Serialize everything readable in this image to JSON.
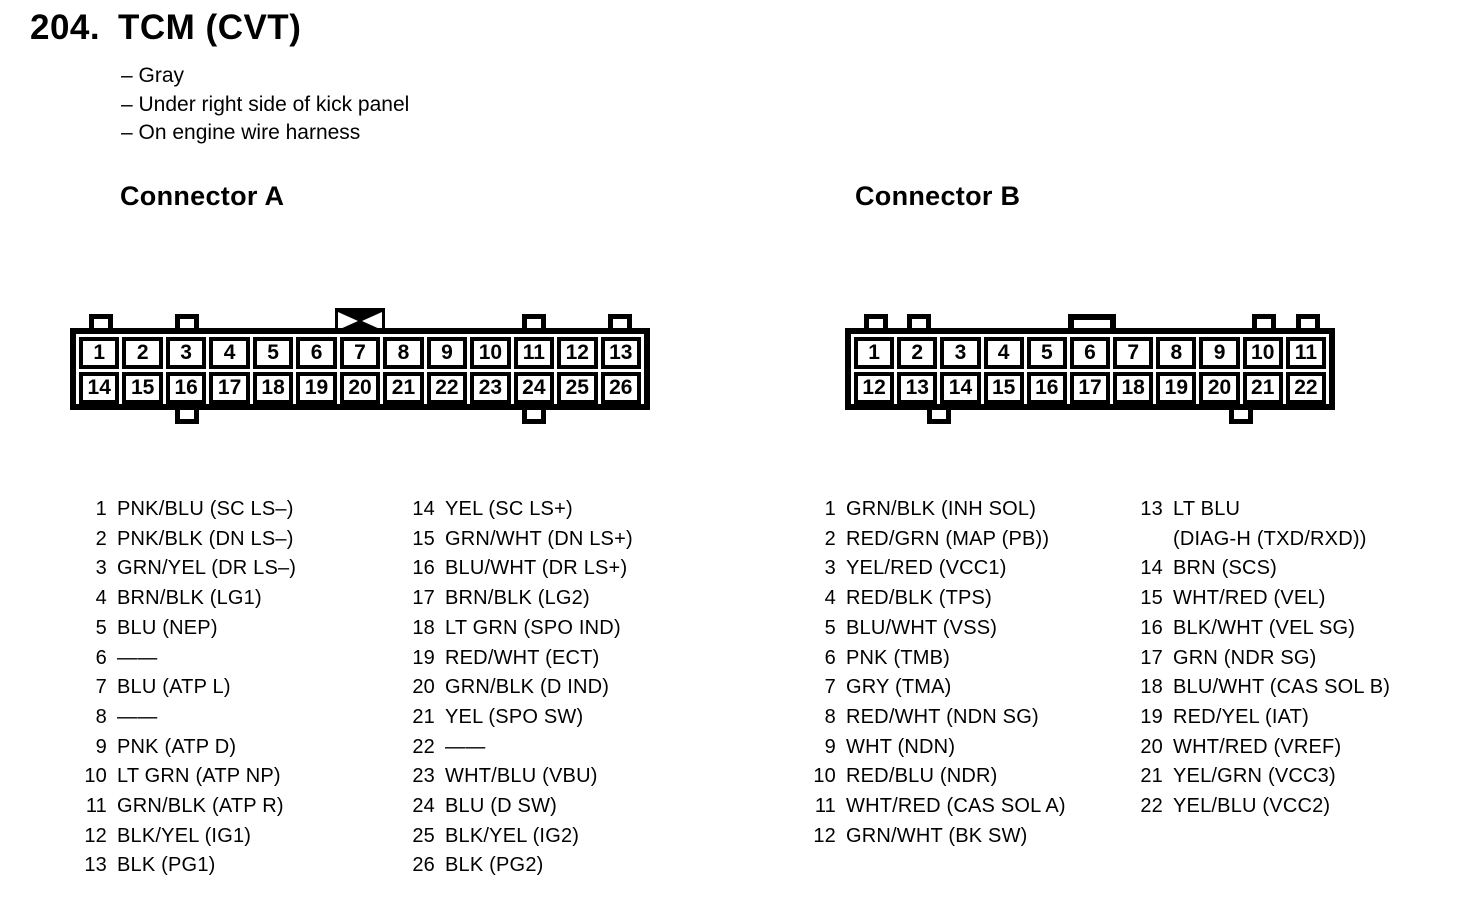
{
  "colors": {
    "ink": "#000000",
    "paper": "#ffffff"
  },
  "header": {
    "number": "204.",
    "title": "TCM (CVT)",
    "notes": [
      "– Gray",
      "– Under right side of kick panel",
      "– On engine wire harness"
    ]
  },
  "connector_a": {
    "heading": "Connector A",
    "drawing": {
      "top_row": [
        "1",
        "2",
        "3",
        "4",
        "5",
        "6",
        "7",
        "8",
        "9",
        "10",
        "11",
        "12",
        "13"
      ],
      "bottom_row": [
        "14",
        "15",
        "16",
        "17",
        "18",
        "19",
        "20",
        "21",
        "22",
        "23",
        "24",
        "25",
        "26"
      ],
      "keying_mark": "solid-bowtie-above-pin-7",
      "lock_tab": "none"
    },
    "pins_left": [
      {
        "num": "1",
        "label": "PNK/BLU (SC LS–)"
      },
      {
        "num": "2",
        "label": "PNK/BLK (DN LS–)"
      },
      {
        "num": "3",
        "label": "GRN/YEL (DR LS–)"
      },
      {
        "num": "4",
        "label": "BRN/BLK (LG1)"
      },
      {
        "num": "5",
        "label": "BLU (NEP)"
      },
      {
        "num": "6",
        "label": "——"
      },
      {
        "num": "7",
        "label": "BLU (ATP L)"
      },
      {
        "num": "8",
        "label": "——"
      },
      {
        "num": "9",
        "label": "PNK (ATP D)"
      },
      {
        "num": "10",
        "label": "LT GRN (ATP NP)"
      },
      {
        "num": "11",
        "label": "GRN/BLK (ATP R)"
      },
      {
        "num": "12",
        "label": "BLK/YEL (IG1)"
      },
      {
        "num": "13",
        "label": "BLK (PG1)"
      }
    ],
    "pins_right": [
      {
        "num": "14",
        "label": "YEL (SC LS+)"
      },
      {
        "num": "15",
        "label": "GRN/WHT (DN LS+)"
      },
      {
        "num": "16",
        "label": "BLU/WHT (DR LS+)"
      },
      {
        "num": "17",
        "label": "BRN/BLK (LG2)"
      },
      {
        "num": "18",
        "label": "LT GRN (SPO IND)"
      },
      {
        "num": "19",
        "label": "RED/WHT (ECT)"
      },
      {
        "num": "20",
        "label": "GRN/BLK (D IND)"
      },
      {
        "num": "21",
        "label": "YEL (SPO SW)"
      },
      {
        "num": "22",
        "label": "——"
      },
      {
        "num": "23",
        "label": "WHT/BLU (VBU)"
      },
      {
        "num": "24",
        "label": "BLU (D SW)"
      },
      {
        "num": "25",
        "label": "BLK/YEL (IG2)"
      },
      {
        "num": "26",
        "label": "BLK (PG2)"
      }
    ]
  },
  "connector_b": {
    "heading": "Connector B",
    "drawing": {
      "top_row": [
        "1",
        "2",
        "3",
        "4",
        "5",
        "6",
        "7",
        "8",
        "9",
        "10",
        "11"
      ],
      "bottom_row": [
        "12",
        "13",
        "14",
        "15",
        "16",
        "17",
        "18",
        "19",
        "20",
        "21",
        "22"
      ],
      "keying_mark": "hollow-tab-above-pin-6",
      "lock_tab": "none"
    },
    "pins_left": [
      {
        "num": "1",
        "label": "GRN/BLK (INH SOL)"
      },
      {
        "num": "2",
        "label": "RED/GRN (MAP (PB))"
      },
      {
        "num": "3",
        "label": "YEL/RED (VCC1)"
      },
      {
        "num": "4",
        "label": "RED/BLK (TPS)"
      },
      {
        "num": "5",
        "label": "BLU/WHT (VSS)"
      },
      {
        "num": "6",
        "label": "PNK (TMB)"
      },
      {
        "num": "7",
        "label": "GRY (TMA)"
      },
      {
        "num": "8",
        "label": "RED/WHT (NDN SG)"
      },
      {
        "num": "9",
        "label": "WHT (NDN)"
      },
      {
        "num": "10",
        "label": "RED/BLU (NDR)"
      },
      {
        "num": "11",
        "label": "WHT/RED (CAS SOL A)"
      },
      {
        "num": "12",
        "label": "GRN/WHT (BK SW)"
      }
    ],
    "pins_right": [
      {
        "num": "13",
        "label": "LT BLU\n(DIAG-H (TXD/RXD))"
      },
      {
        "num": "14",
        "label": "BRN (SCS)"
      },
      {
        "num": "15",
        "label": "WHT/RED (VEL)"
      },
      {
        "num": "16",
        "label": "BLK/WHT (VEL SG)"
      },
      {
        "num": "17",
        "label": "GRN (NDR SG)"
      },
      {
        "num": "18",
        "label": "BLU/WHT (CAS SOL B)"
      },
      {
        "num": "19",
        "label": "RED/YEL (IAT)"
      },
      {
        "num": "20",
        "label": "WHT/RED (VREF)"
      },
      {
        "num": "21",
        "label": "YEL/GRN (VCC3)"
      },
      {
        "num": "22",
        "label": "YEL/BLU (VCC2)"
      }
    ]
  }
}
